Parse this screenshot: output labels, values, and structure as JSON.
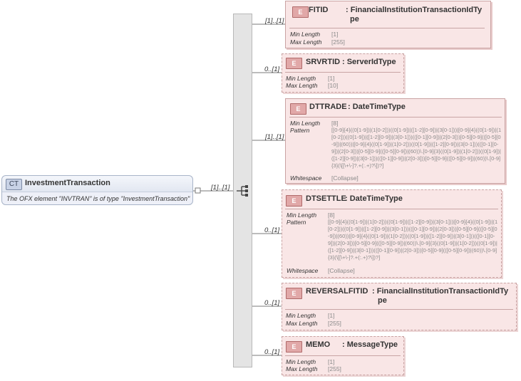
{
  "root": {
    "badge": "CT",
    "name": "InvestmentTransaction",
    "doc": "The OFX element \"INVTRAN\" is of type \"InvestmentTransaction\"",
    "cardinality": "[1]..[1]"
  },
  "elements": [
    {
      "badge": "E",
      "name": "FITID",
      "type_line1": ": FinancialInstitutionTransactionIdTy",
      "type_line2": "pe",
      "cardinality": "[1]..[1]",
      "min_length_label": "Min Length",
      "min_length": "[1]",
      "max_length_label": "Max Length",
      "max_length": "[255]"
    },
    {
      "badge": "E",
      "name": "SRVRTID",
      "type_line1": ": ServerIdType",
      "cardinality": "0..[1]",
      "min_length_label": "Min Length",
      "min_length": "[1]",
      "max_length_label": "Max Length",
      "max_length": "[10]"
    },
    {
      "badge": "E",
      "name": "DTTRADE",
      "type_line1": ": DateTimeType",
      "cardinality": "[1]..[1]",
      "min_length_label": "Min Length",
      "min_length": "[8]",
      "pattern_label": "Pattern",
      "pattern": "[[0-9]{4}((0[1-9])|(1[0-2]))((0[1-9])|([1-2][0-9])|(3[0-1]))|[0-9]{4}((0[1-9])|(1[0-2]))((0[1-9])|([1-2][0-9])|(3[0-1]))(([0-1][0-9])|(2[0-3]))[0-5][0-9](([0-5][0-9])|(60))|[0-9]{4}((0[1-9])|(1[0-2]))((0[1-9])|([1-2][0-9])|(3[0-1]))(([0-1][0-9])|(2[0-3]))[0-5][0-9](([0-5][0-9])|(60))\\.[0-9]{3}((0[1-9])|(1[0-2]))((0[1-9])|([1-2][0-9])|(3[0-1]))(([0-1][0-9])|(2[0-3]))[0-5][0-9](([0-5][0-9])|(60))\\.[0-9]{3}(\\[[\\+\\-]?.+(:.+)?\\])?]",
      "whitespace_label": "Whitespace",
      "whitespace": "[Collapse]"
    },
    {
      "badge": "E",
      "name": "DTSETTLE",
      "type_line1": ": DateTimeType",
      "cardinality": "0..[1]",
      "min_length_label": "Min Length",
      "min_length": "[8]",
      "pattern_label": "Pattern",
      "pattern": "[[0-9]{4}((0[1-9])|(1[0-2]))((0[1-9])|([1-2][0-9])|(3[0-1]))|[0-9]{4}((0[1-9])|(1[0-2]))((0[1-9])|([1-2][0-9])|(3[0-1]))(([0-1][0-9])|(2[0-3]))[0-5][0-9](([0-5][0-9])|(60))|[0-9]{4}((0[1-9])|(1[0-2]))((0[1-9])|([1-2][0-9])|(3[0-1]))(([0-1][0-9])|(2[0-3]))[0-5][0-9](([0-5][0-9])|(60))\\.[0-9]{3}((0[1-9])|(1[0-2]))((0[1-9])|([1-2][0-9])|(3[0-1]))(([0-1][0-9])|(2[0-3]))[0-5][0-9](([0-5][0-9])|(60))\\.[0-9]{3}(\\[[\\+\\-]?.+(:.+)?\\])?]",
      "whitespace_label": "Whitespace",
      "whitespace": "[Collapse]"
    },
    {
      "badge": "E",
      "name": "REVERSALFITID",
      "type_line1": ": FinancialInstitutionTransactionIdTy",
      "type_line2": "pe",
      "cardinality": "0..[1]",
      "min_length_label": "Min Length",
      "min_length": "[1]",
      "max_length_label": "Max Length",
      "max_length": "[255]"
    },
    {
      "badge": "E",
      "name": "MEMO",
      "type_line1": ": MessageType",
      "cardinality": "0..[1]",
      "min_length_label": "Min Length",
      "min_length": "[1]",
      "max_length_label": "Max Length",
      "max_length": "[255]"
    }
  ]
}
